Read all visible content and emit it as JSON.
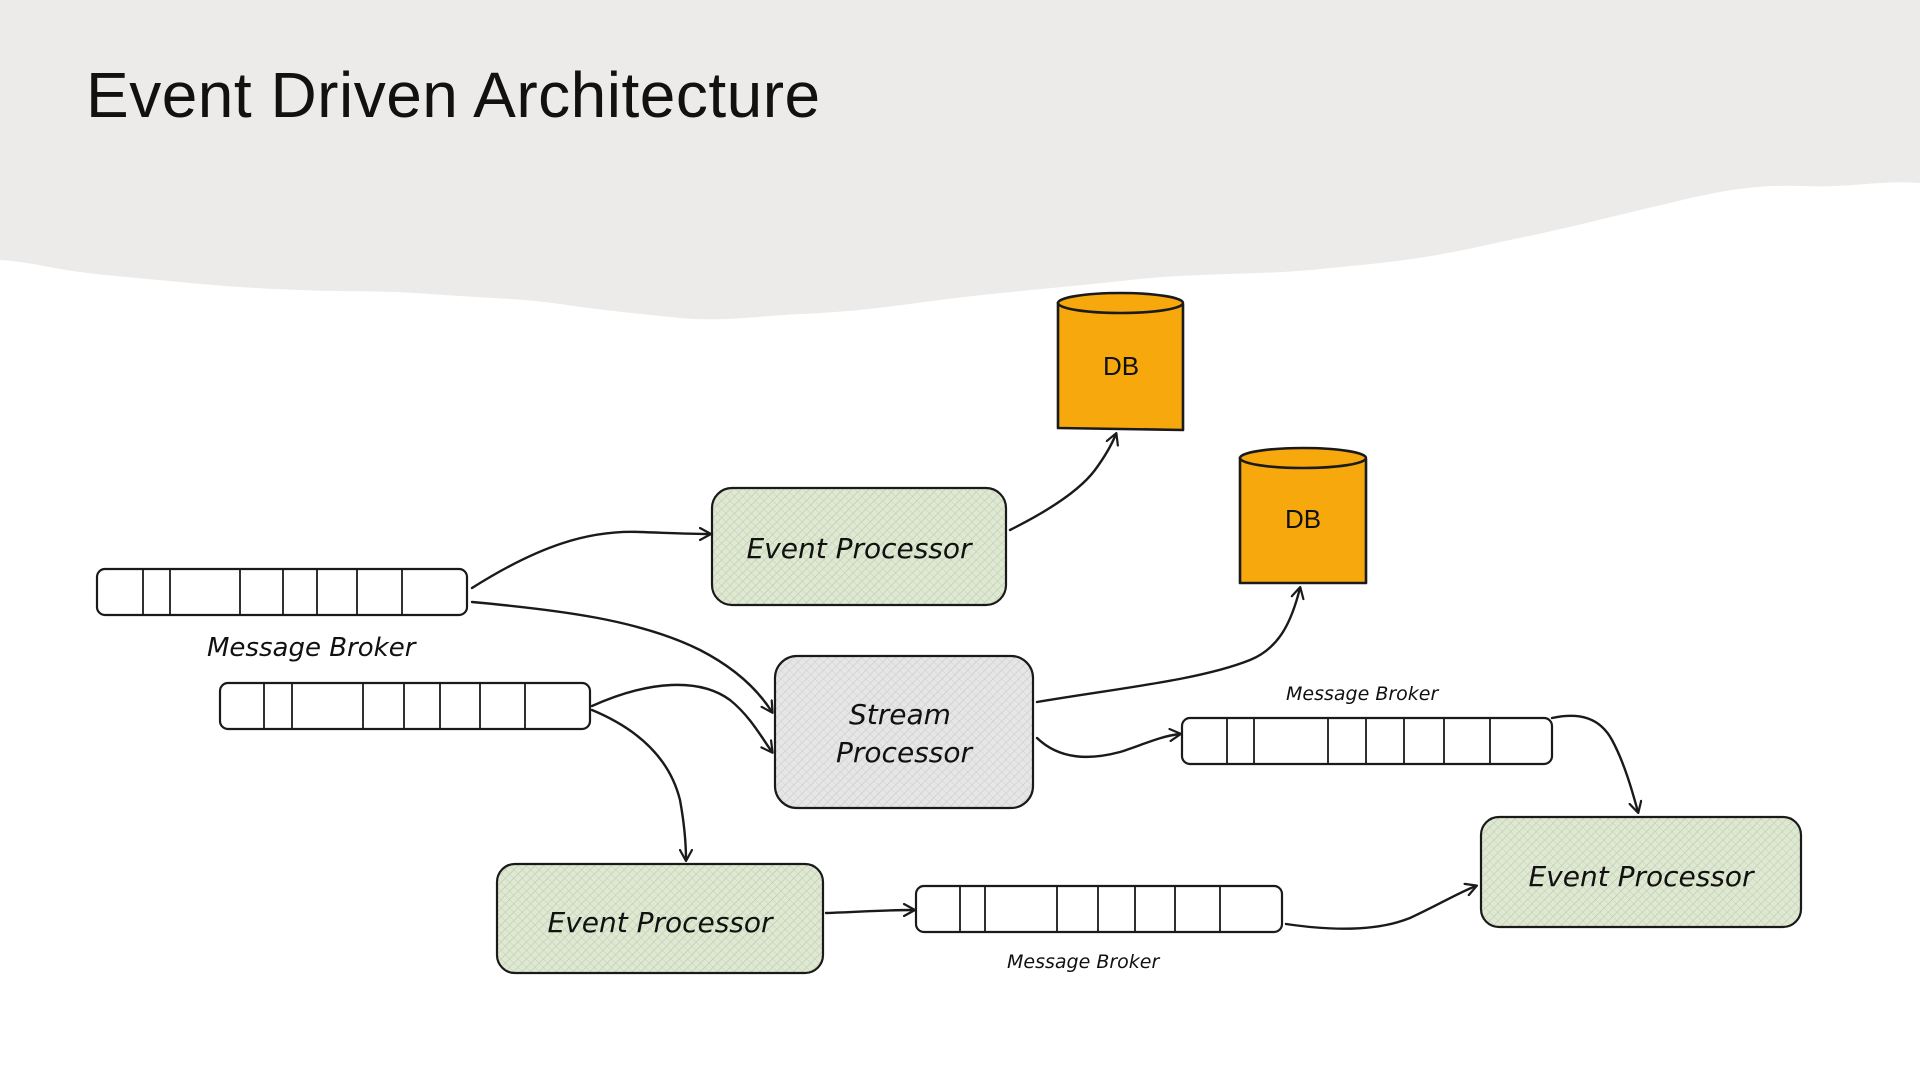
{
  "slide": {
    "title": "Event Driven Architecture"
  },
  "colors": {
    "header_band": "#ecebea",
    "event_processor_fill": "#dfe8d3",
    "stream_processor_fill": "#e6e6e6",
    "db_fill": "#f7a80c",
    "stroke": "#1a1a1a"
  },
  "nodes": {
    "db_top": {
      "label": "DB"
    },
    "db_right": {
      "label": "DB"
    },
    "event_processor_top": {
      "label": "Event Processor"
    },
    "stream_processor": {
      "label_line1": "Stream",
      "label_line2": "Processor"
    },
    "event_processor_bottom_left": {
      "label": "Event Processor"
    },
    "event_processor_right": {
      "label": "Event Processor"
    },
    "broker_main_label": "Message Broker",
    "broker_right_label": "Message Broker",
    "broker_bottom_label": "Message Broker"
  },
  "edges": [
    {
      "from": "message-broker-top",
      "to": "event-processor-top"
    },
    {
      "from": "message-broker-top",
      "to": "stream-processor"
    },
    {
      "from": "message-broker-second",
      "to": "stream-processor"
    },
    {
      "from": "message-broker-second",
      "to": "event-processor-bottom-left"
    },
    {
      "from": "event-processor-top",
      "to": "db-top"
    },
    {
      "from": "stream-processor",
      "to": "db-right"
    },
    {
      "from": "stream-processor",
      "to": "message-broker-right"
    },
    {
      "from": "message-broker-right",
      "to": "event-processor-right"
    },
    {
      "from": "event-processor-bottom-left",
      "to": "message-broker-bottom"
    },
    {
      "from": "message-broker-bottom",
      "to": "event-processor-right"
    }
  ]
}
